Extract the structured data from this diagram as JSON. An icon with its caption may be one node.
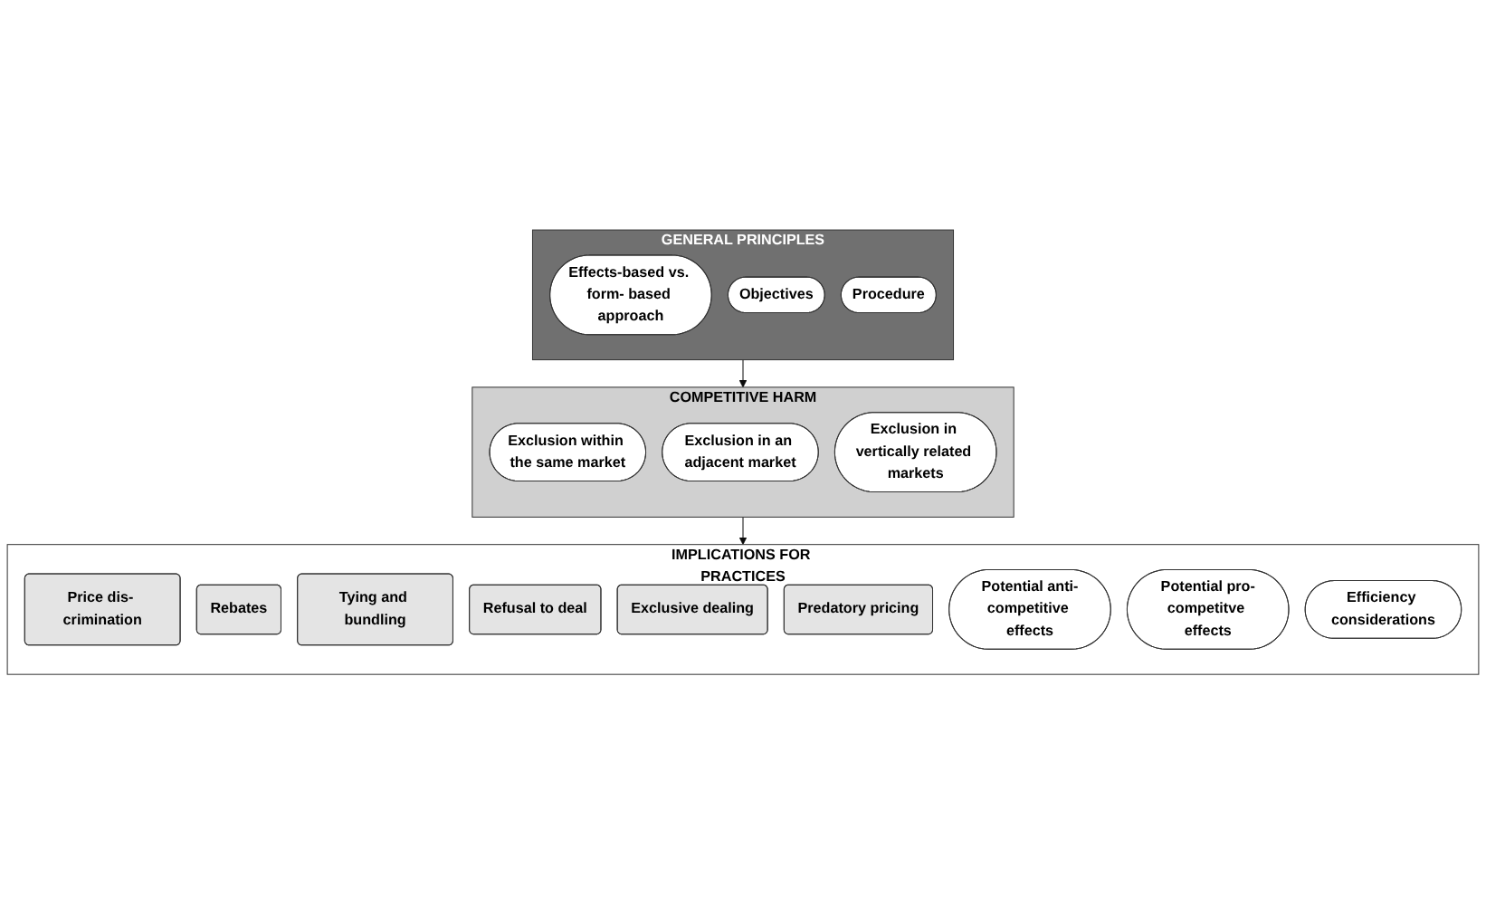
{
  "diagram": {
    "nodes": [
      {
        "text": [
          "GENERAL PRINCIPLES"
        ]
      },
      {
        "text": [
          "Effects-based vs. form- based approach"
        ],
        "in": 0
      },
      {
        "text": [
          "Objectives"
        ],
        "in": 0
      },
      {
        "text": [
          "Procedure"
        ],
        "in": 0
      },
      {
        "text": [
          "COMPETITIVE HARM"
        ]
      },
      {
        "text": [
          "Exclusion within the same market"
        ],
        "in": 4
      },
      {
        "text": [
          "Exclusion in an adjacent market"
        ],
        "in": 4
      },
      {
        "text": [
          "Exclusion in vertically related markets"
        ],
        "in": 4
      },
      {
        "text": [
          "IMPLICATIONS FOR PRACTICES"
        ]
      },
      {
        "text": [
          "Price dis- crimination"
        ],
        "in": 8
      },
      {
        "text": [
          "Rebates"
        ],
        "in": 8
      },
      {
        "text": [
          "Tying and bundling"
        ],
        "in": 8
      },
      {
        "text": [
          "Refusal to deal"
        ],
        "in": 8
      },
      {
        "text": [
          "Exclusive dealing"
        ],
        "in": 8
      },
      {
        "text": [
          "Predatory pricing"
        ],
        "in": 8
      },
      {
        "text": [
          "Potential anti-competitive effects"
        ],
        "in": 8
      },
      {
        "text": [
          "Potential pro-competitve effects"
        ],
        "in": 8
      },
      {
        "text": [
          "Efficiency considerations"
        ],
        "in": 8
      }
    ],
    "edges": [
      {
        "from": 0,
        "to": 4,
        "arrow": "to"
      },
      {
        "from": 4,
        "to": 8,
        "arrow": "to"
      }
    ]
  }
}
